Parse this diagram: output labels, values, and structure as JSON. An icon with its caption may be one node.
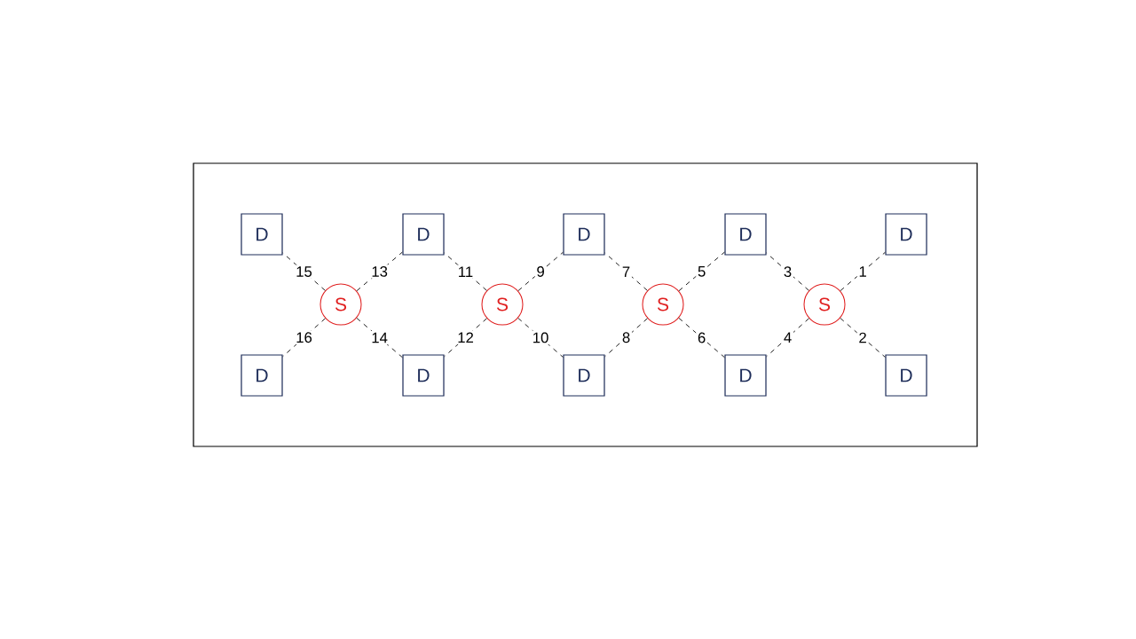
{
  "diagram": {
    "nodes": [
      {
        "text": [
          "D"
        ]
      },
      {
        "text": [
          "D"
        ]
      },
      {
        "text": [
          "D"
        ]
      },
      {
        "text": [
          "D"
        ]
      },
      {
        "text": [
          "D"
        ]
      },
      {
        "text": [
          "S"
        ]
      },
      {
        "text": [
          "S"
        ]
      },
      {
        "text": [
          "S"
        ]
      },
      {
        "text": [
          "S"
        ]
      },
      {
        "text": [
          "D"
        ]
      },
      {
        "text": [
          "D"
        ]
      },
      {
        "text": [
          "D"
        ]
      },
      {
        "text": [
          "D"
        ]
      },
      {
        "text": [
          "D"
        ]
      }
    ],
    "edges": [
      {
        "from": 8,
        "to": 4,
        "arrow": "none",
        "label": "1",
        "style": "dashed"
      },
      {
        "from": 8,
        "to": 13,
        "arrow": "none",
        "label": "2",
        "style": "dashed"
      },
      {
        "from": 8,
        "to": 3,
        "arrow": "none",
        "label": "3",
        "style": "dashed"
      },
      {
        "from": 8,
        "to": 12,
        "arrow": "none",
        "label": "4",
        "style": "dashed"
      },
      {
        "from": 7,
        "to": 3,
        "arrow": "none",
        "label": "5",
        "style": "dashed"
      },
      {
        "from": 7,
        "to": 12,
        "arrow": "none",
        "label": "6",
        "style": "dashed"
      },
      {
        "from": 7,
        "to": 2,
        "arrow": "none",
        "label": "7",
        "style": "dashed"
      },
      {
        "from": 7,
        "to": 11,
        "arrow": "none",
        "label": "8",
        "style": "dashed"
      },
      {
        "from": 6,
        "to": 2,
        "arrow": "none",
        "label": "9",
        "style": "dashed"
      },
      {
        "from": 6,
        "to": 11,
        "arrow": "none",
        "label": "10",
        "style": "dashed"
      },
      {
        "from": 6,
        "to": 1,
        "arrow": "none",
        "label": "11",
        "style": "dashed"
      },
      {
        "from": 6,
        "to": 10,
        "arrow": "none",
        "label": "12",
        "style": "dashed"
      },
      {
        "from": 5,
        "to": 1,
        "arrow": "none",
        "label": "13",
        "style": "dashed"
      },
      {
        "from": 5,
        "to": 10,
        "arrow": "none",
        "label": "14",
        "style": "dashed"
      },
      {
        "from": 5,
        "to": 0,
        "arrow": "none",
        "label": "15",
        "style": "dashed"
      },
      {
        "from": 5,
        "to": 9,
        "arrow": "none",
        "label": "16",
        "style": "dashed"
      }
    ]
  }
}
